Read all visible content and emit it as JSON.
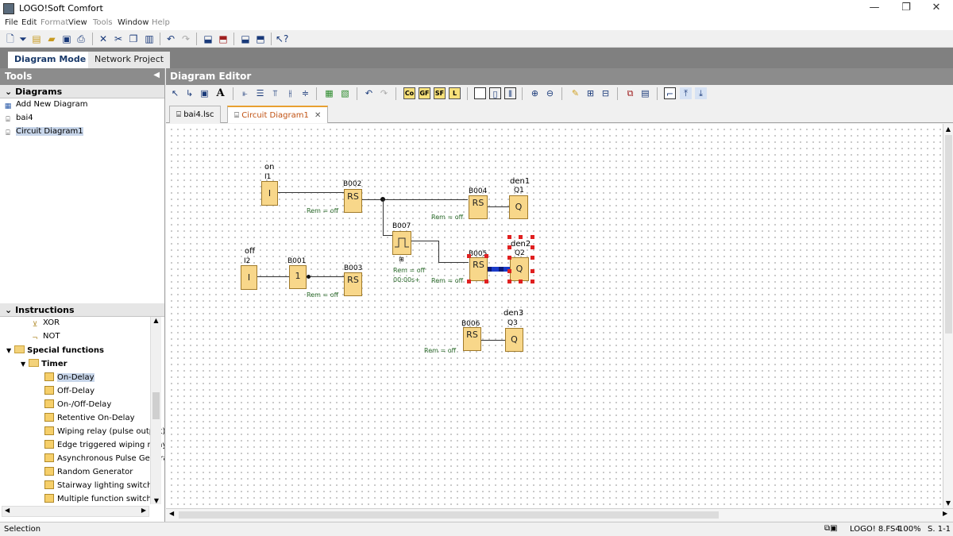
{
  "window": {
    "title": "LOGO!Soft Comfort",
    "minimize": "—",
    "restore": "❐",
    "close": "✕"
  },
  "menu": [
    "File",
    "Edit",
    "Format",
    "View",
    "Tools",
    "Window",
    "Help"
  ],
  "mode_tabs": [
    "Diagram Mode",
    "Network Project"
  ],
  "tools_panel": {
    "title": "Tools",
    "diagrams_header": "Diagrams",
    "diagrams": [
      "Add New Diagram",
      "bai4",
      "Circuit Diagram1"
    ],
    "instructions_header": "Instructions",
    "instructions": [
      "XOR",
      "NOT",
      "Special functions",
      "Timer",
      "On-Delay",
      "Off-Delay",
      "On-/Off-Delay",
      "Retentive On-Delay",
      "Wiping relay (pulse output)",
      "Edge triggered wiping relay",
      "Asynchronous Pulse Genera",
      "Random Generator",
      "Stairway lighting switch",
      "Multiple function switch"
    ]
  },
  "editor": {
    "title": "Diagram Editor",
    "tabs": [
      "bai4.lsc",
      "Circuit Diagram1"
    ],
    "tool_boxes": [
      "Co",
      "GF",
      "SF",
      "L"
    ]
  },
  "diagram": {
    "inputs": [
      {
        "name": "on",
        "id": "I1",
        "symbol": "I"
      },
      {
        "name": "off",
        "id": "I2",
        "symbol": "I"
      }
    ],
    "blocks": [
      {
        "id": "B002",
        "symbol": "RS",
        "rem": "Rem = off"
      },
      {
        "id": "B004",
        "symbol": "RS",
        "rem": "Rem = off"
      },
      {
        "id": "B007",
        "rem": "Rem = off",
        "time": "00:00s+"
      },
      {
        "id": "B001",
        "symbol": "1"
      },
      {
        "id": "B003",
        "symbol": "RS",
        "rem": "Rem = off"
      },
      {
        "id": "B005",
        "symbol": "RS",
        "rem": "Rem = off"
      },
      {
        "id": "B006",
        "symbol": "RS",
        "rem": "Rem = off"
      }
    ],
    "outputs": [
      {
        "name": "den1",
        "id": "Q1",
        "symbol": "Q"
      },
      {
        "name": "den2",
        "id": "Q2",
        "symbol": "Q"
      },
      {
        "name": "den3",
        "id": "Q3",
        "symbol": "Q"
      }
    ]
  },
  "status": {
    "left": "Selection",
    "device": "LOGO! 8.FS4",
    "zoom": "100%",
    "page": "S. 1-1"
  },
  "colors": {
    "block_fill": "#f8d78a",
    "selection_handle": "#e02020",
    "active_tab_accent": "#e8a030",
    "panel_header": "#8c8c8c"
  }
}
